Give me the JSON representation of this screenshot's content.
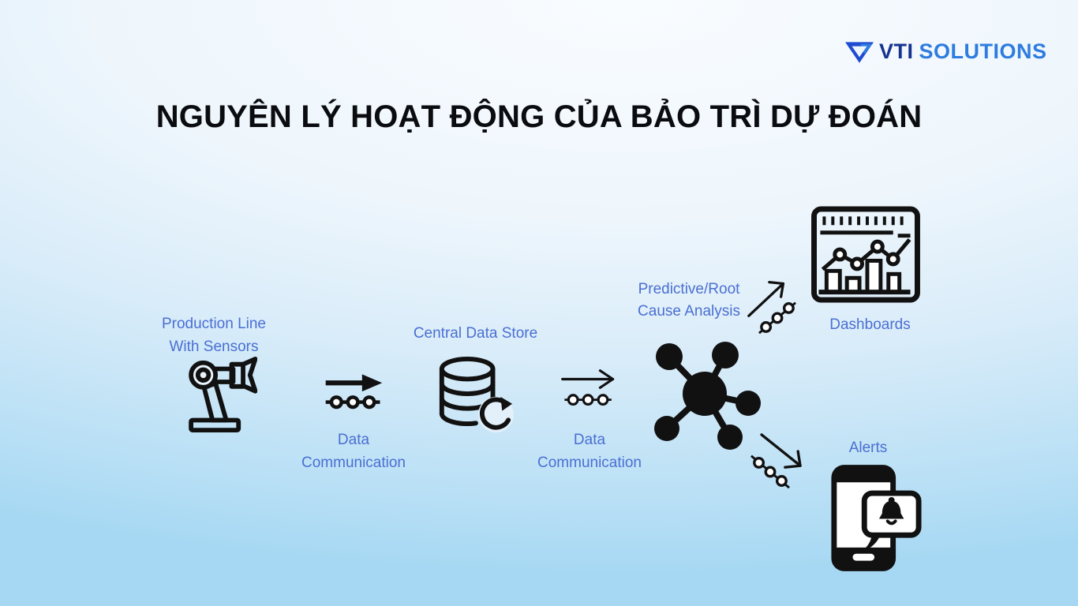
{
  "logo": {
    "mark_icon": "vti-v-mark-icon",
    "primary": "VTI",
    "secondary": "SOLUTIONS",
    "primary_color": "#16338f",
    "secondary_color": "#2e7cdf"
  },
  "title": {
    "text": "NGUYÊN LÝ HOẠT ĐỘNG CỦA BẢO TRÌ DỰ ĐOÁN",
    "color": "#0a0c10"
  },
  "diagram": {
    "label_color": "#4a6fd2",
    "icon_color": "#111111",
    "background_top": "#f9fcff",
    "background_bottom": "#a6d8f3",
    "nodes": {
      "production": {
        "line1": "Production Line",
        "line2": "With Sensors",
        "icon": "robot-arm-icon"
      },
      "dataComm1": {
        "line1": "Data",
        "line2": "Communication",
        "icon": "solid-arrow-beads-icon"
      },
      "centralStore": {
        "label": "Central Data Store",
        "icon": "database-refresh-icon"
      },
      "dataComm2": {
        "line1": "Data",
        "line2": "Communication",
        "icon": "thin-arrow-beads-icon"
      },
      "hub": {
        "icon": "network-hub-icon"
      },
      "analysis": {
        "line1": "Predictive/Root",
        "line2": "Cause Analysis",
        "icon": "up-right-arrow-icon"
      },
      "dashboards": {
        "label": "Dashboards",
        "icon": "dashboard-chart-icon"
      },
      "alerts": {
        "label": "Alerts",
        "icon": "phone-notification-icon"
      }
    }
  }
}
